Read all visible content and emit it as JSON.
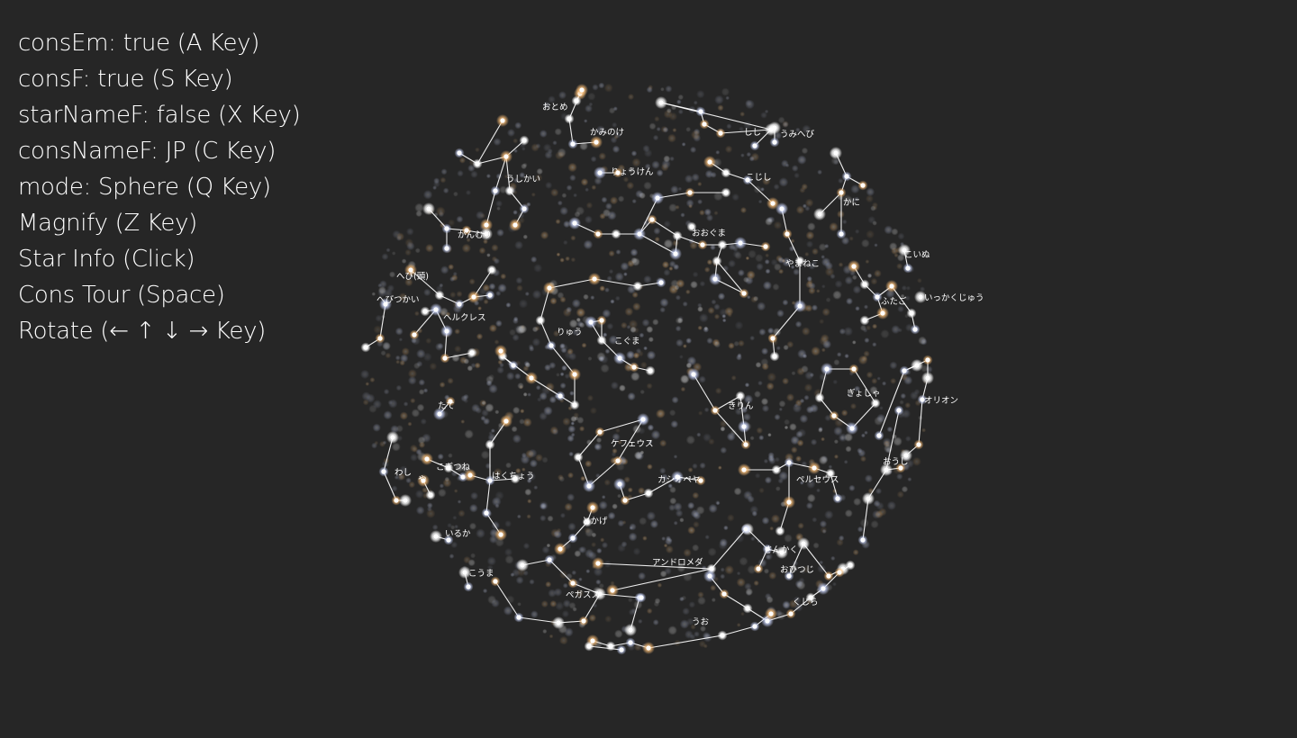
{
  "hud": [
    "consEm: true (A Key)",
    "consF: true (S Key)",
    "starNameF: false (X Key)",
    "consNameF: JP (C Key)",
    "mode: Sphere (Q Key)",
    "Magnify (Z Key)",
    "Star Info (Click)",
    "Cons Tour (Space)",
    "Rotate (← ↑ ↓ → Key)"
  ],
  "colors": {
    "background": "#262626",
    "hud_text": "#ffffff",
    "line": "#ffffff",
    "star_white": "#ffffff",
    "star_blue": "#cdd8ff",
    "star_orange": "#ffc27a"
  },
  "constellations": [
    "おとめ",
    "かみのけ",
    "しし",
    "うみへび",
    "りょうけん",
    "こじし",
    "うしかい",
    "かに",
    "かんむり",
    "おおぐま",
    "やまねこ",
    "こいぬ",
    "へび(頭)",
    "ふたご",
    "いっかくじゅう",
    "へびつかい",
    "ヘルクレス",
    "りゅう",
    "こぐま",
    "ぎょしゃ",
    "オリオン",
    "きりん",
    "たて",
    "ケフェウス",
    "おうし",
    "わし",
    "や",
    "こぎつね",
    "はくちょう",
    "カシオペヤ",
    "ペルセウス",
    "とかげ",
    "いるか",
    "さんかく",
    "アンドロメダ",
    "こうま",
    "おひつじ",
    "ペガスス",
    "くじら",
    "うお"
  ]
}
